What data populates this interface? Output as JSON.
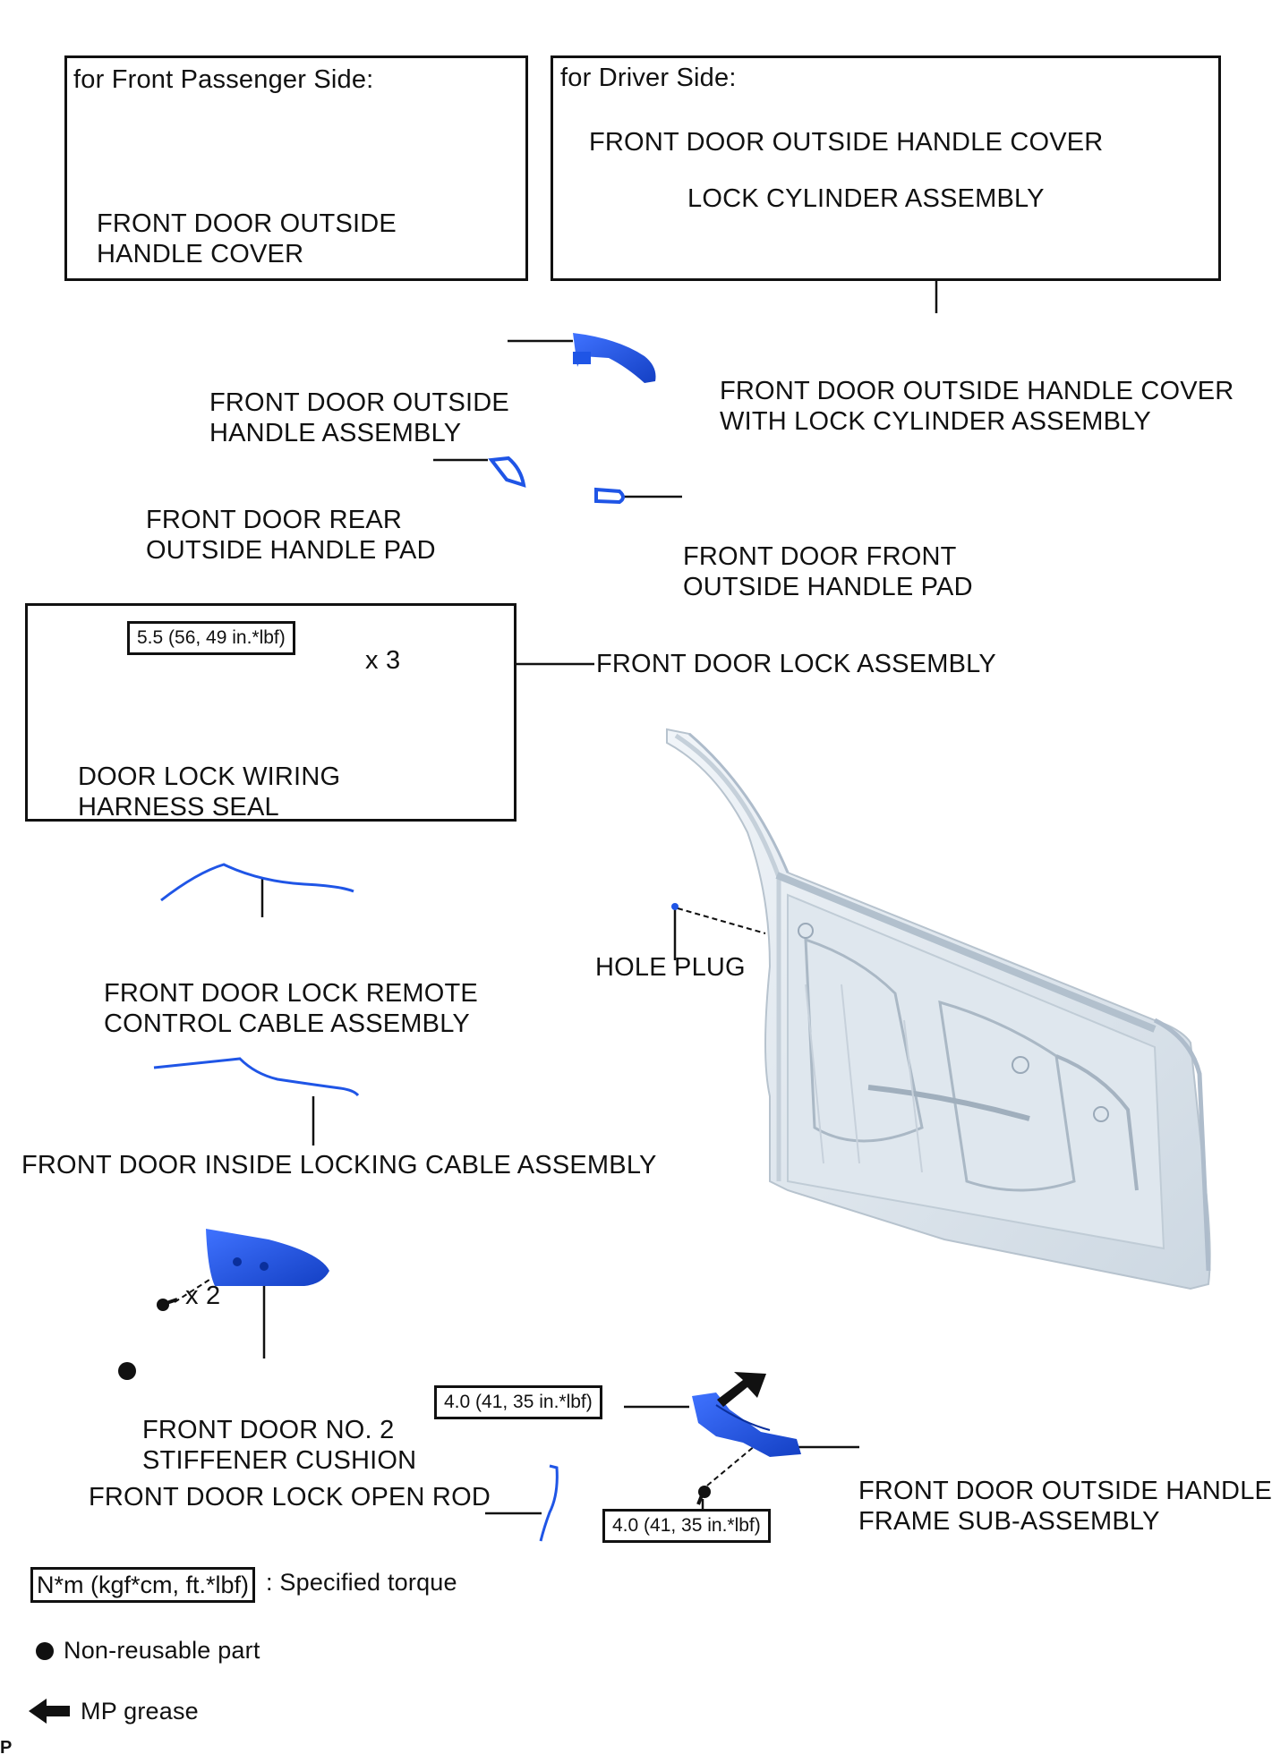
{
  "passenger_box": {
    "title": "for Front Passenger Side:",
    "part_line1": "FRONT DOOR OUTSIDE",
    "part_line2": "HANDLE COVER"
  },
  "driver_box": {
    "title": "for Driver Side:",
    "part1": "FRONT DOOR OUTSIDE HANDLE COVER",
    "part2": "LOCK CYLINDER ASSEMBLY"
  },
  "labels": {
    "handle_cover_lock_l1": "FRONT DOOR OUTSIDE HANDLE COVER",
    "handle_cover_lock_l2": "WITH LOCK CYLINDER ASSEMBLY",
    "outside_handle_l1": "FRONT DOOR OUTSIDE",
    "outside_handle_l2": "HANDLE ASSEMBLY",
    "rear_pad_l1": "FRONT DOOR REAR",
    "rear_pad_l2": "OUTSIDE HANDLE PAD",
    "front_pad_l1": "FRONT DOOR FRONT",
    "front_pad_l2": "OUTSIDE HANDLE PAD",
    "lock_assembly": "FRONT DOOR LOCK ASSEMBLY",
    "wiring_seal_l1": "DOOR LOCK WIRING",
    "wiring_seal_l2": "HARNESS SEAL",
    "remote_cable_l1": "FRONT DOOR LOCK REMOTE",
    "remote_cable_l2": "CONTROL CABLE ASSEMBLY",
    "hole_plug": "HOLE PLUG",
    "inside_cable": "FRONT DOOR INSIDE LOCKING CABLE ASSEMBLY",
    "stiffener_l1": "FRONT DOOR NO. 2",
    "stiffener_l2": "STIFFENER CUSHION",
    "frame_l1": "FRONT DOOR OUTSIDE HANDLE",
    "frame_l2": "FRAME SUB-ASSEMBLY",
    "open_rod": "FRONT DOOR LOCK OPEN ROD",
    "qty_x3": "x 3",
    "qty_x2": "x 2"
  },
  "torques": {
    "lock_bolts": "5.5 (56, 49 in.*lbf)",
    "frame_1": "4.0 (41, 35 in.*lbf)",
    "frame_2": "4.0 (41, 35 in.*lbf)"
  },
  "legend": {
    "torque_box": "N*m (kgf*cm, ft.*lbf)",
    "torque_text": ": Specified torque",
    "nonreusable_text": "Non-reusable part",
    "grease_text": "MP grease"
  },
  "footer_mark": "P",
  "colors": {
    "part_blue": "#1f55e6",
    "part_dark": "#0a2f9c",
    "door_fill": "#e3eaf1",
    "line": "#111111"
  }
}
